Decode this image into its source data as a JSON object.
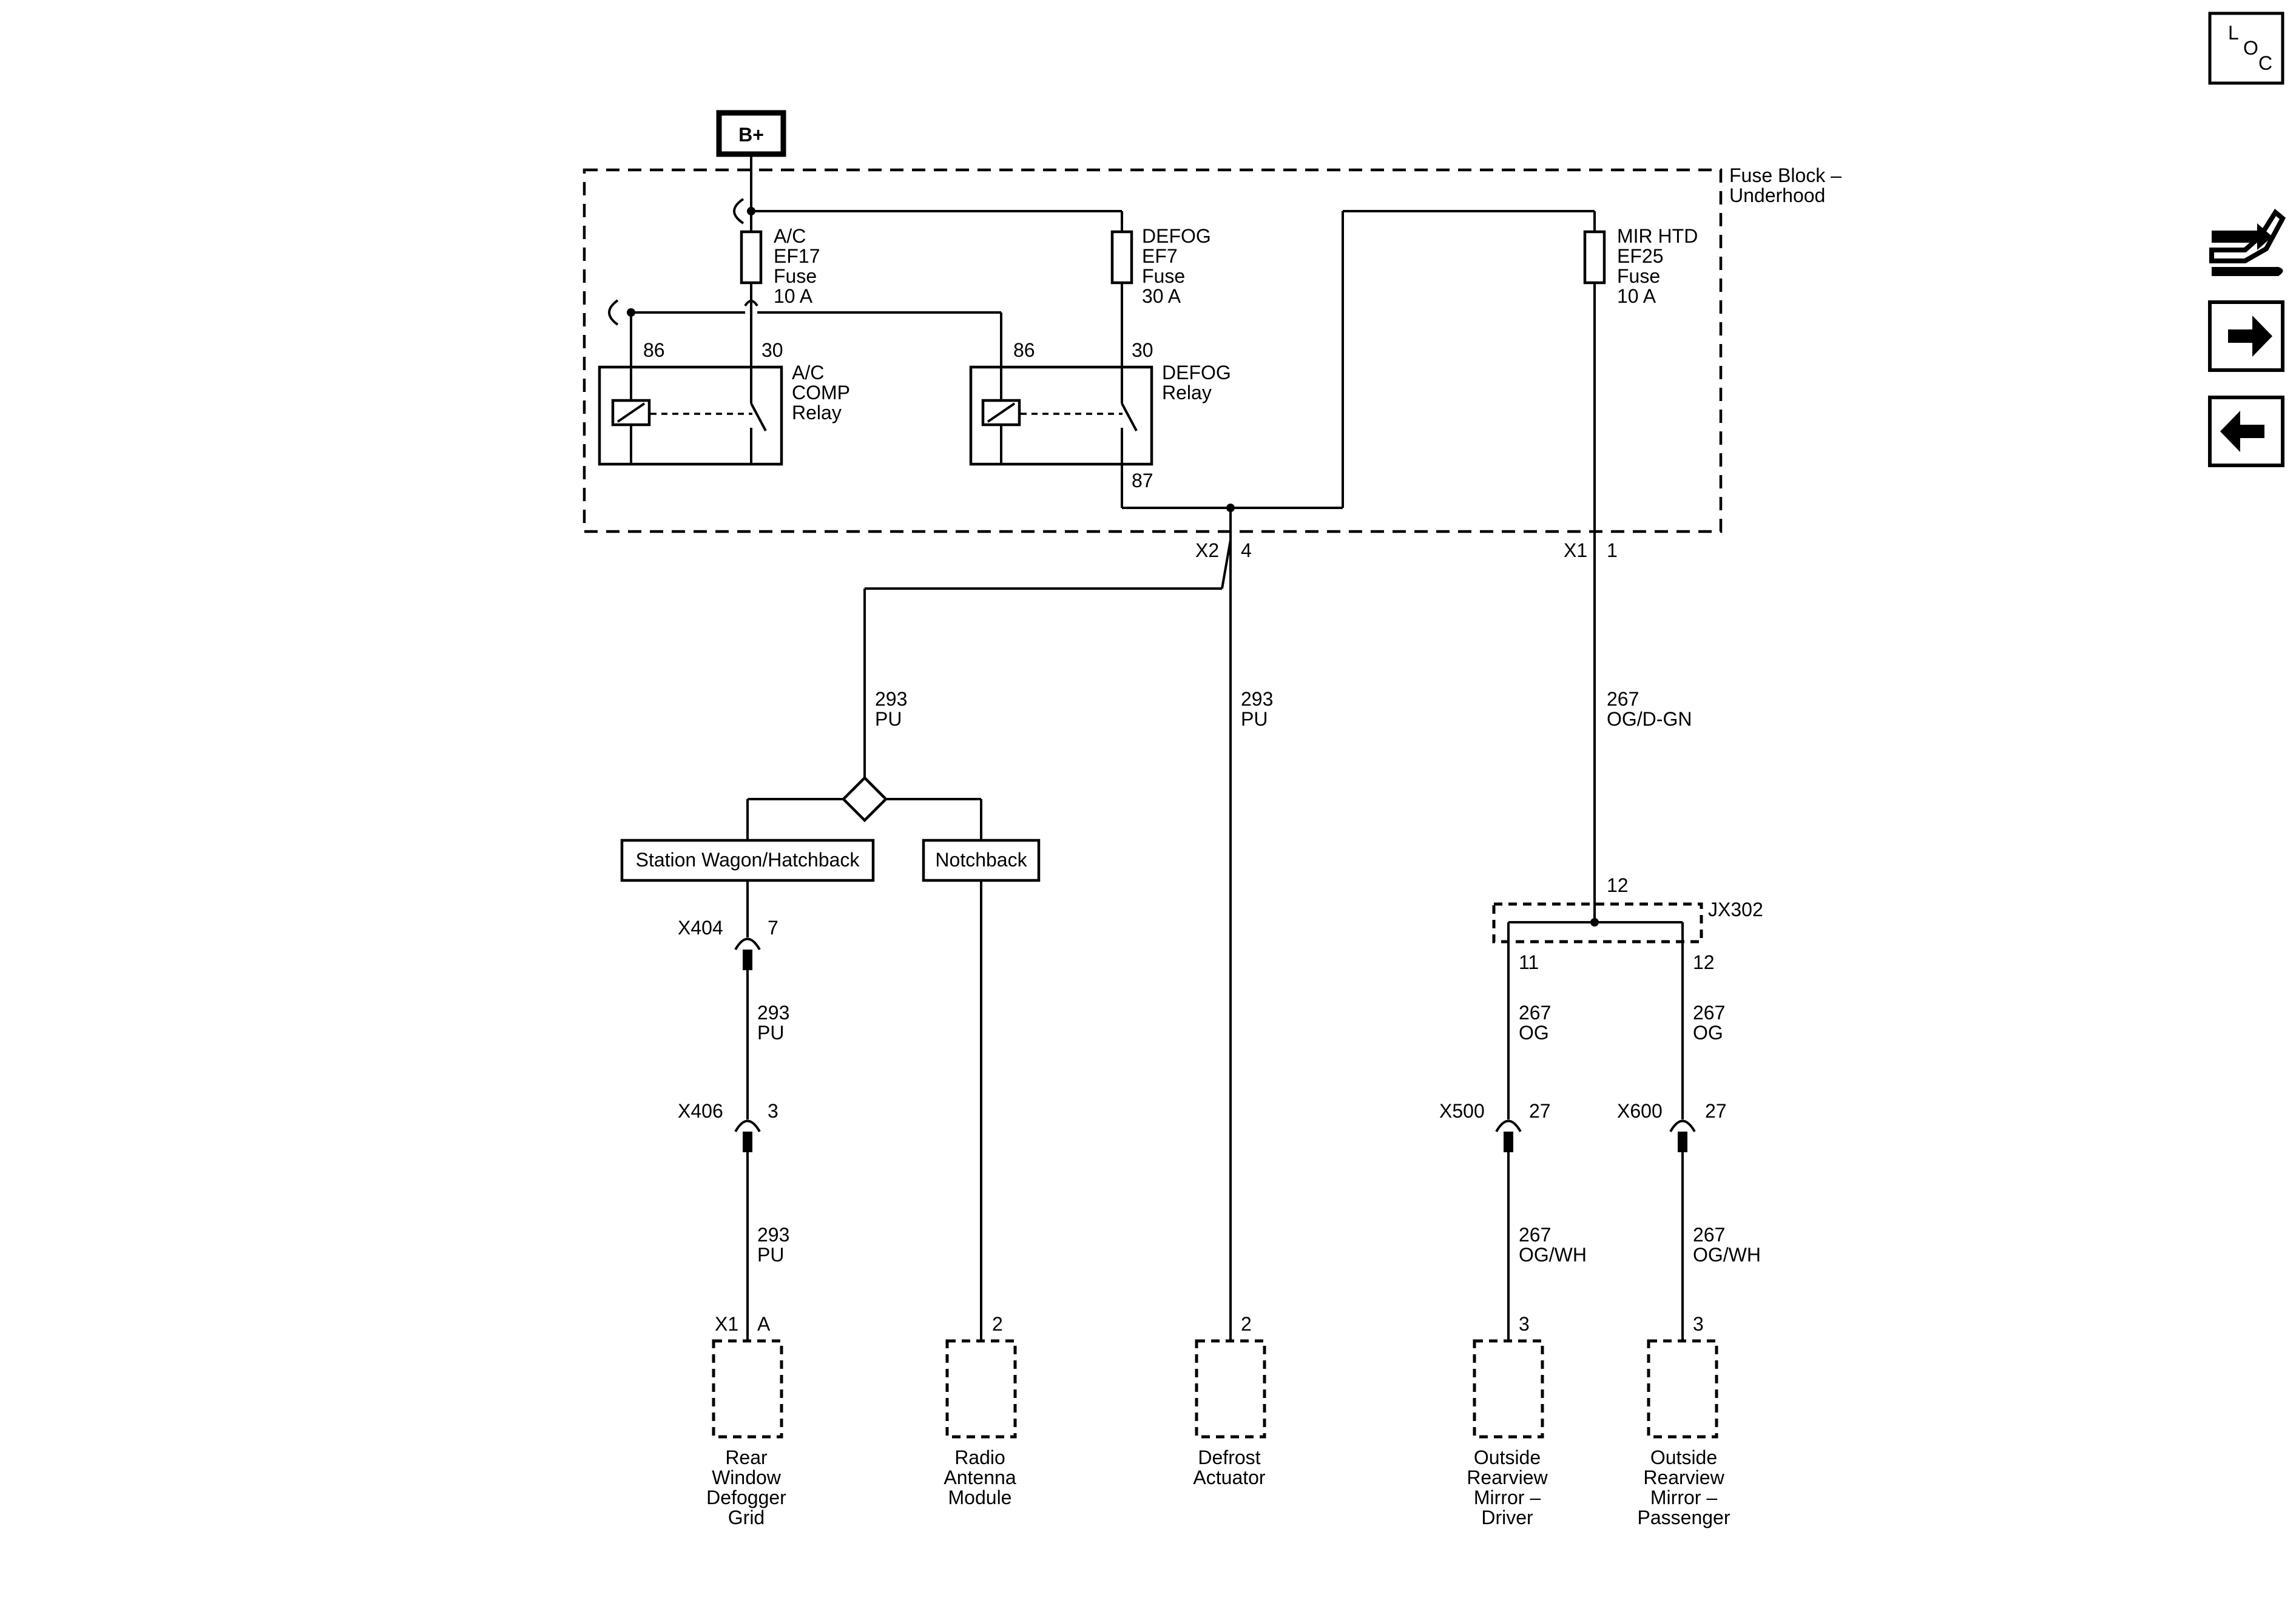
{
  "power": {
    "label": "B+"
  },
  "fuse_block": {
    "title_line1": "Fuse Block –",
    "title_line2": "Underhood"
  },
  "fuses": [
    {
      "lines": [
        "A/C",
        "EF17",
        "Fuse",
        "10 A"
      ]
    },
    {
      "lines": [
        "DEFOG",
        "EF7",
        "Fuse",
        "30 A"
      ]
    },
    {
      "lines": [
        "MIR HTD",
        "EF25",
        "Fuse",
        "10 A"
      ]
    }
  ],
  "relays": [
    {
      "lines": [
        "A/C",
        "COMP",
        "Relay"
      ],
      "pin_a": "86",
      "pin_b": "30"
    },
    {
      "lines": [
        "DEFOG",
        "Relay"
      ],
      "pin_a": "86",
      "pin_b": "30",
      "pin_c": "87"
    }
  ],
  "connectors": {
    "x2": "X2",
    "x2_pin": "4",
    "x1": "X1",
    "x1_pin": "1",
    "x404": "X404",
    "x404_pin": "7",
    "x406": "X406",
    "x406_pin": "3",
    "x500": "X500",
    "x500_pin": "27",
    "x600": "X600",
    "x600_pin": "27",
    "jx302": "JX302",
    "jx302_in": "12",
    "jx302_out1": "11",
    "jx302_out2": "12"
  },
  "wires": {
    "w293_a": [
      "293",
      "PU"
    ],
    "w293_b": [
      "293",
      "PU"
    ],
    "w293_c": [
      "293",
      "PU"
    ],
    "w293_d": [
      "293",
      "PU"
    ],
    "w267_main": [
      "267",
      "OG/D-GN"
    ],
    "w267_og1": [
      "267",
      "OG"
    ],
    "w267_og2": [
      "267",
      "OG"
    ],
    "w267_wh1": [
      "267",
      "OG/WH"
    ],
    "w267_wh2": [
      "267",
      "OG/WH"
    ]
  },
  "options": {
    "left": "Station Wagon/Hatchback",
    "right": "Notchback"
  },
  "components": [
    {
      "conn": "X1",
      "pin": "A",
      "lines": [
        "Rear",
        "Window",
        "Defogger",
        "Grid"
      ]
    },
    {
      "pin": "2",
      "lines": [
        "Radio",
        "Antenna",
        "Module"
      ]
    },
    {
      "pin": "2",
      "lines": [
        "Defrost",
        "Actuator"
      ]
    },
    {
      "pin": "3",
      "lines": [
        "Outside",
        "Rearview",
        "Mirror –",
        "Driver"
      ]
    },
    {
      "pin": "3",
      "lines": [
        "Outside",
        "Rearview",
        "Mirror –",
        "Passenger"
      ]
    }
  ],
  "nav": {
    "loc_l": "L",
    "loc_o": "O",
    "loc_c": "C",
    "service_icon": "service-info-icon",
    "next_icon": "arrow-right-icon",
    "prev_icon": "arrow-left-icon"
  }
}
